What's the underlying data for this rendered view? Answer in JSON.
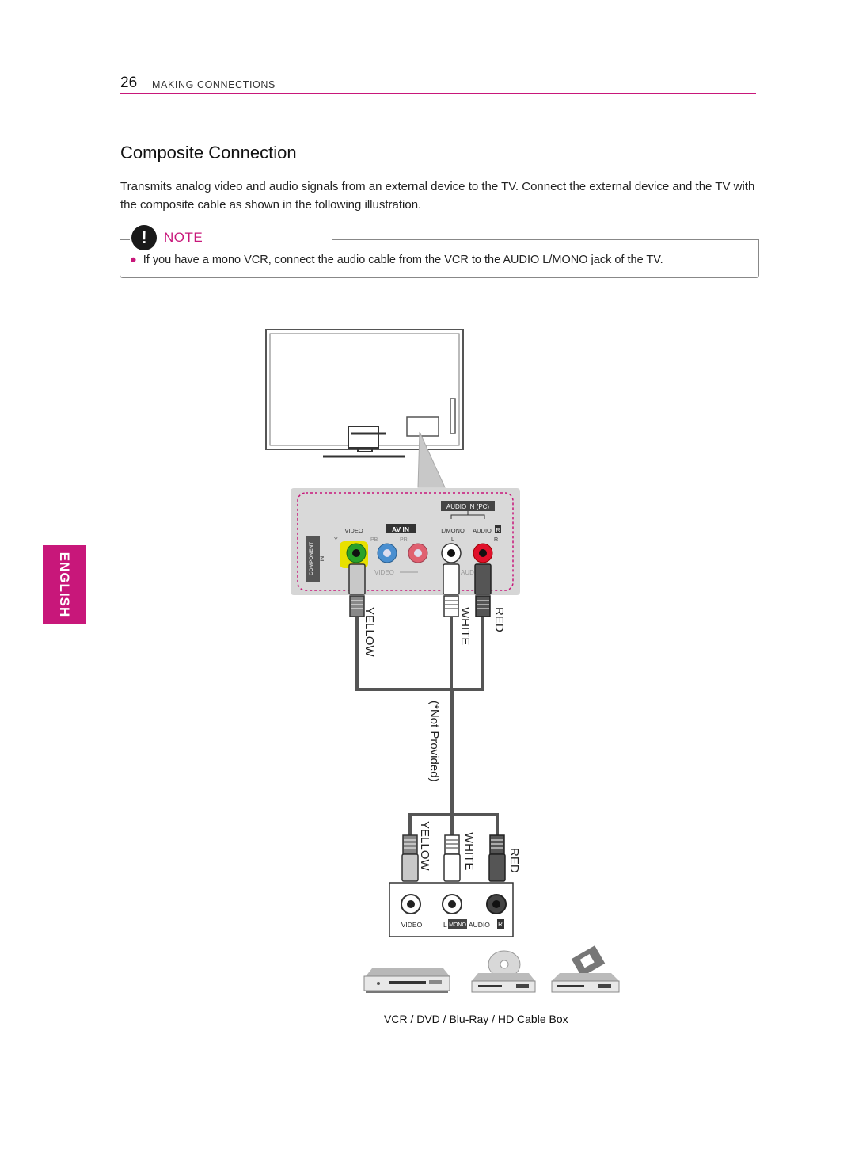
{
  "header": {
    "page_number": "26",
    "section": "MAKING CONNECTIONS"
  },
  "title": "Composite Connection",
  "intro": "Transmits analog video and audio signals from an external device to the TV. Connect the external device and the TV with the composite cable as shown in the following illustration.",
  "note": {
    "icon": "!",
    "label": "NOTE",
    "text": "If you have a mono VCR, connect the audio cable from the VCR to the AUDIO L/MONO jack of the TV."
  },
  "language_tab": "ENGLISH",
  "diagram": {
    "tv_panel": {
      "audio_in_pc": "AUDIO IN (PC)",
      "video": "VIDEO",
      "av_in": "AV IN",
      "l_mono": "L/MONO",
      "audio": "AUDIO",
      "r": "R",
      "y": "Y",
      "pb": "PB",
      "pr": "PR",
      "l": "L",
      "component": "COMPONENT",
      "in": "IN",
      "video_bottom": "VIDEO",
      "audio_partial": "AUDI"
    },
    "cable_labels_top": {
      "yellow": "YELLOW",
      "white": "WHITE",
      "red": "RED"
    },
    "not_provided": "(*Not Provided)",
    "cable_labels_bottom": {
      "yellow": "YELLOW",
      "white": "WHITE",
      "red": "RED"
    },
    "device_panel": {
      "video": "VIDEO",
      "l": "L",
      "mono": "MONO",
      "audio": "AUDIO",
      "r": "R"
    }
  },
  "caption": "VCR / DVD / Blu-Ray / HD Cable Box",
  "colors": {
    "accent": "#c8177a",
    "jack_green": "#2aa12a",
    "jack_blue": "#4a8fd0",
    "jack_red": "#e0102a",
    "jack_highlight": "#e8e000"
  }
}
